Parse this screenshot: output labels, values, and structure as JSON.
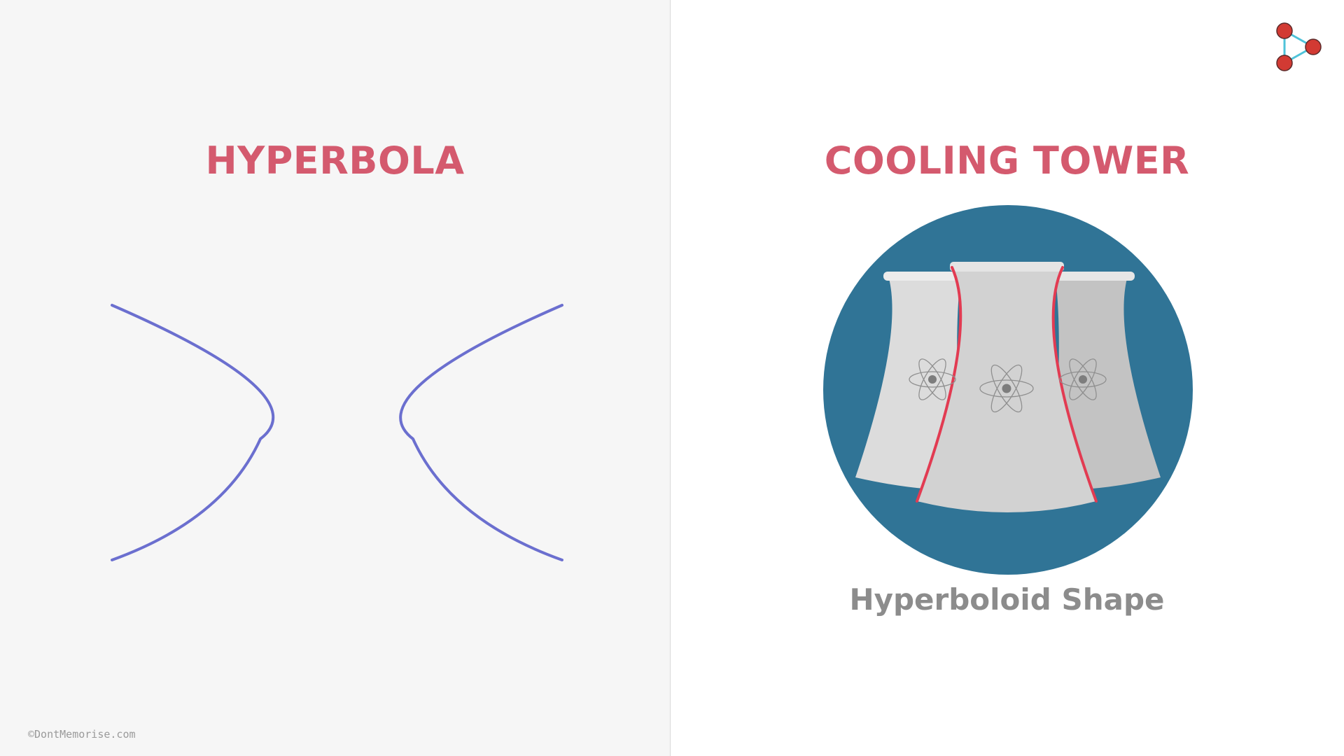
{
  "left": {
    "title": "HYPERBOLA"
  },
  "right": {
    "title": "COOLING TOWER",
    "caption": "Hyperboloid Shape"
  },
  "footer": {
    "copyright": "©DontMemorise.com"
  },
  "colors": {
    "title": "#d45a6e",
    "curve": "#6b6fcf",
    "circle_bg": "#307496",
    "tower_outline": "#e23b52",
    "caption": "#8c8c8c",
    "logo_node": "#d23a33",
    "logo_edge": "#4fc3d9"
  },
  "icons": {
    "logo": "triangle-nodes-logo",
    "tower_emblem": "atom-icon"
  }
}
